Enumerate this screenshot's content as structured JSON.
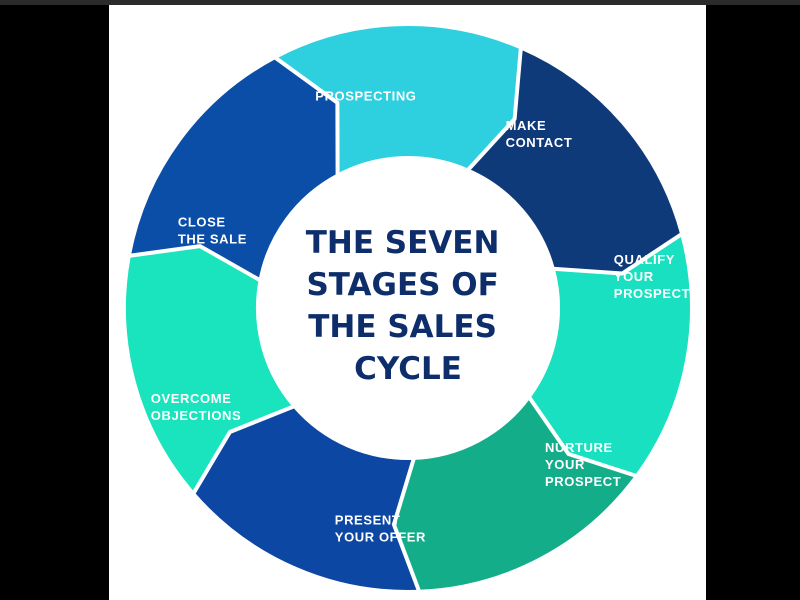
{
  "diagram": {
    "title_lines": [
      "THE SEVEN",
      "STAGES OF",
      "THE SALES",
      "CYCLE"
    ],
    "stages": [
      {
        "name": "prospecting",
        "lines": [
          "PROSPECTING"
        ],
        "color": "#2ecfdf"
      },
      {
        "name": "make-contact",
        "lines": [
          "MAKE",
          "CONTACT"
        ],
        "color": "#0f3a7a"
      },
      {
        "name": "qualify-your-prospect",
        "lines": [
          "QUALIFY",
          "YOUR",
          "PROSPECT"
        ],
        "color": "#19e0c0"
      },
      {
        "name": "nurture-your-prospect",
        "lines": [
          "NURTURE",
          "YOUR",
          "PROSPECT"
        ],
        "color": "#14ad8a"
      },
      {
        "name": "present-your-offer",
        "lines": [
          "PRESENT",
          "YOUR OFFER"
        ],
        "color": "#0c47a3"
      },
      {
        "name": "overcome-objections",
        "lines": [
          "OVERCOME",
          "OBJECTIONS"
        ],
        "color": "#19e4bd"
      },
      {
        "name": "close-the-sale",
        "lines": [
          "CLOSE",
          "THE SALE"
        ],
        "color": "#0b4ea8"
      }
    ],
    "colors": {
      "title": "#0d2e6b",
      "center_fill": "#ffffff",
      "label_text": "#ffffff",
      "divider": "#ffffff"
    }
  }
}
